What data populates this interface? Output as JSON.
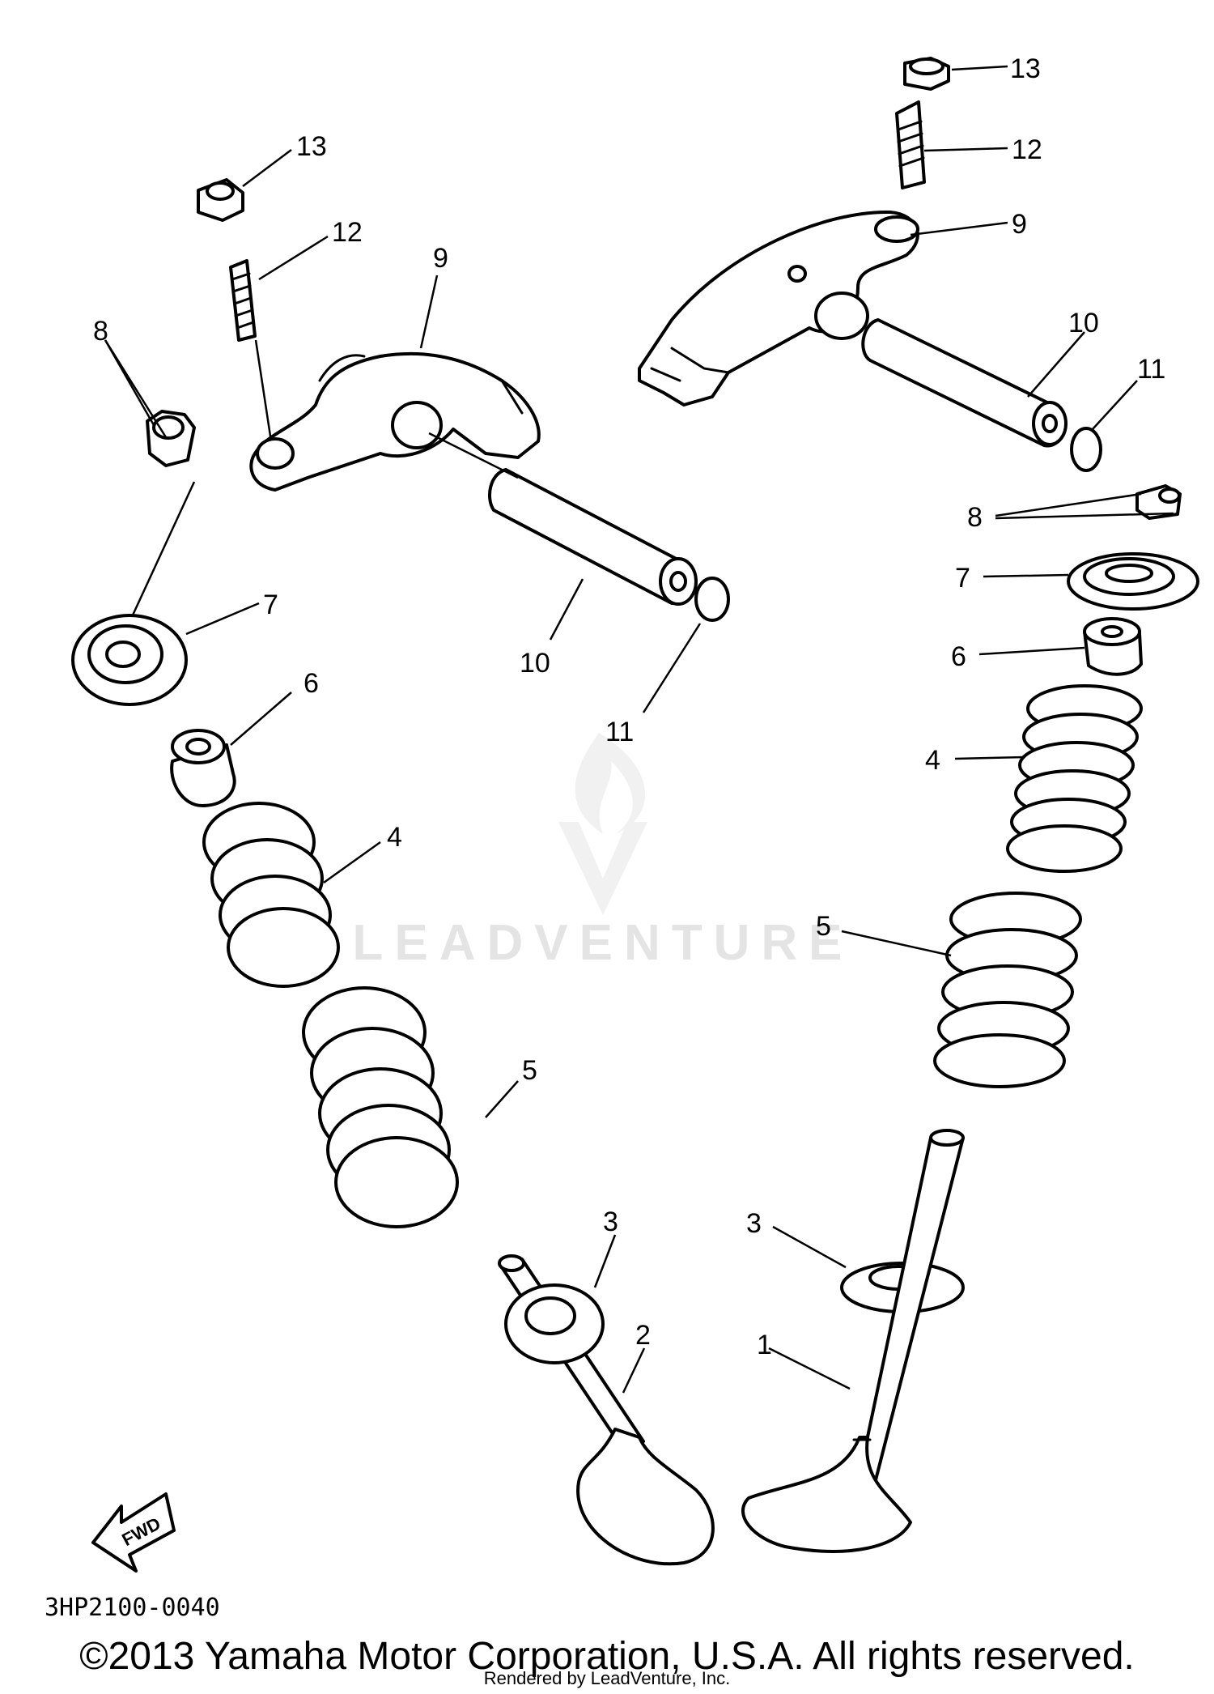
{
  "diagram_code": "3HP2100-0040",
  "copyright": "©2013 Yamaha Motor Corporation, U.S.A. All rights reserved.",
  "rendered_by": "Rendered by LeadVenture, Inc.",
  "watermark": {
    "text": "LEADVENTURE",
    "icon": "flame-v-logo-icon"
  },
  "fwd_arrow_label": "FWD",
  "callouts": {
    "c1": "1",
    "c2": "2",
    "c3a": "3",
    "c3b": "3",
    "c4a": "4",
    "c4b": "4",
    "c5a": "5",
    "c5b": "5",
    "c6a": "6",
    "c6b": "6",
    "c7a": "7",
    "c7b": "7",
    "c8a": "8",
    "c8b": "8",
    "c9a": "9",
    "c9b": "9",
    "c10a": "10",
    "c10b": "10",
    "c11a": "11",
    "c11b": "11",
    "c12a": "12",
    "c12b": "12",
    "c13a": "13",
    "c13b": "13"
  }
}
